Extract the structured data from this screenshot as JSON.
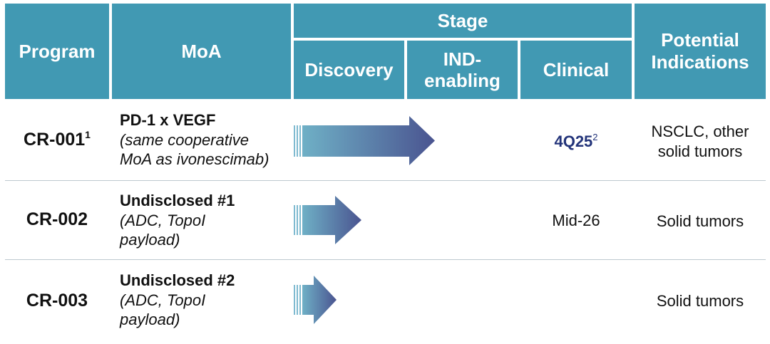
{
  "header": {
    "program": "Program",
    "moa": "MoA",
    "stage": "Stage",
    "discovery": "Discovery",
    "ind_line1": "IND-",
    "ind_line2": "enabling",
    "clinical": "Clinical",
    "indications_line1": "Potential",
    "indications_line2": "Indications"
  },
  "rows": [
    {
      "program": "CR-001",
      "program_sup": "1",
      "moa_title": "PD-1 x VEGF",
      "moa_desc_1": "(same cooperative",
      "moa_desc_2": "MoA as ivonescimab)",
      "clinical": "4Q25",
      "clinical_sup": "2",
      "indication_1": "NSCLC, other",
      "indication_2": "solid tumors",
      "stage_arrow": "Discovery → IND-enabling"
    },
    {
      "program": "CR-002",
      "moa_title": "Undisclosed #1",
      "moa_desc_1": "(ADC, TopoI",
      "moa_desc_2": "payload)",
      "clinical": "Mid-26",
      "indication_1": "Solid tumors",
      "stage_arrow": "Discovery"
    },
    {
      "program": "CR-003",
      "moa_title": "Undisclosed #2",
      "moa_desc_1": "(ADC, TopoI",
      "moa_desc_2": "payload)",
      "indication_1": "Solid tumors",
      "stage_arrow": "Discovery"
    }
  ],
  "colors": {
    "header_bg": "#4199b3",
    "header_text": "#ffffff",
    "arrow_start": "#6fb0c6",
    "arrow_end": "#4a5490",
    "milestone_text": "#23347a",
    "row_divider": "#bdc9cf"
  },
  "icons": [
    "stage-progress-arrow"
  ]
}
